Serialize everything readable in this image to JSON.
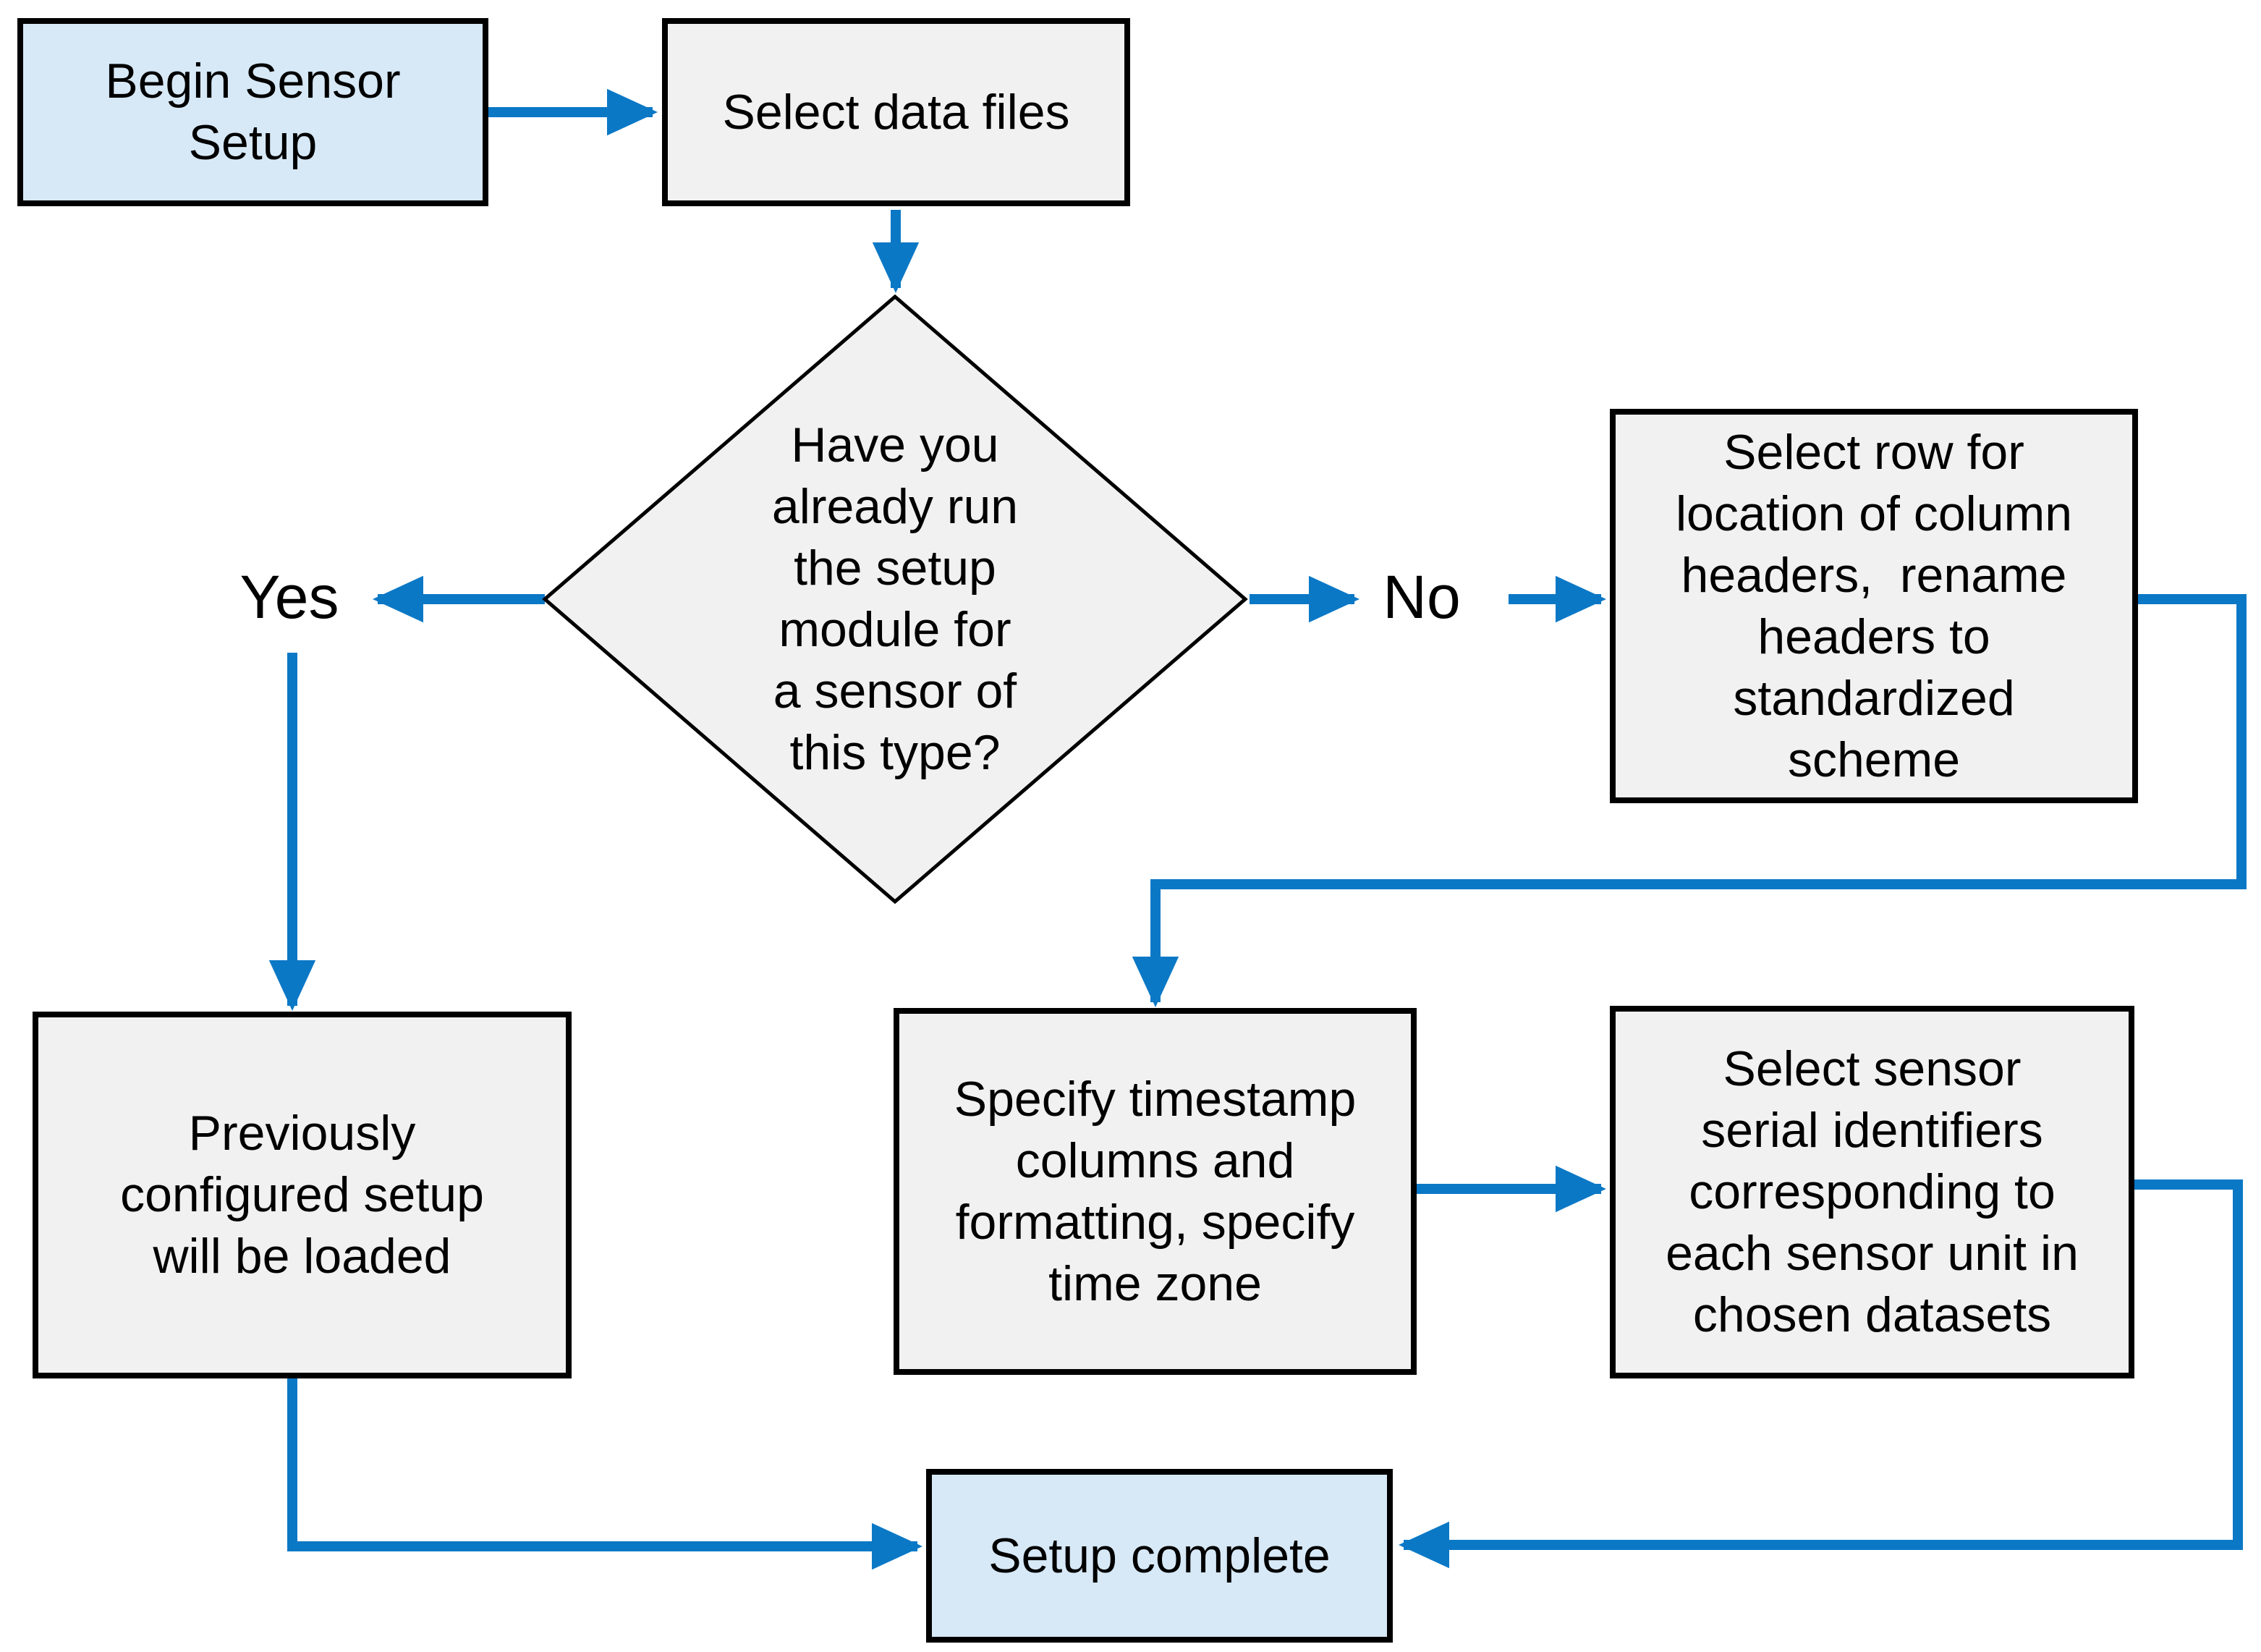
{
  "diagram_type": "flowchart",
  "colors": {
    "connector_blue": "#0b78c6",
    "terminal_fill": "#d7e9f7",
    "process_fill": "#f1f1f1",
    "shape_border": "#000000",
    "text": "#000000",
    "background": "#ffffff"
  },
  "nodes": {
    "begin": {
      "shape": "rectangle",
      "fill": "terminal",
      "label": "Begin Sensor\nSetup"
    },
    "select_files": {
      "shape": "rectangle",
      "fill": "process",
      "label": "Select data files"
    },
    "decision": {
      "shape": "diamond",
      "fill": "process",
      "label": "Have you\nalready run\nthe setup\nmodule for\na sensor of\nthis type?"
    },
    "select_row": {
      "shape": "rectangle",
      "fill": "process",
      "label": "Select row for\nlocation of column\nheaders,  rename\nheaders to\nstandardized\nscheme"
    },
    "prev_setup": {
      "shape": "rectangle",
      "fill": "process",
      "label": "Previously\nconfigured setup\nwill be loaded"
    },
    "specify_timestamp": {
      "shape": "rectangle",
      "fill": "process",
      "label": "Specify timestamp\ncolumns and\nformatting, specify\ntime zone"
    },
    "select_serial": {
      "shape": "rectangle",
      "fill": "process",
      "label": "Select sensor\nserial identifiers\ncorresponding to\neach sensor unit in\nchosen datasets"
    },
    "setup_complete": {
      "shape": "rectangle",
      "fill": "terminal",
      "label": "Setup complete"
    }
  },
  "edge_labels": {
    "yes": "Yes",
    "no": "No"
  }
}
